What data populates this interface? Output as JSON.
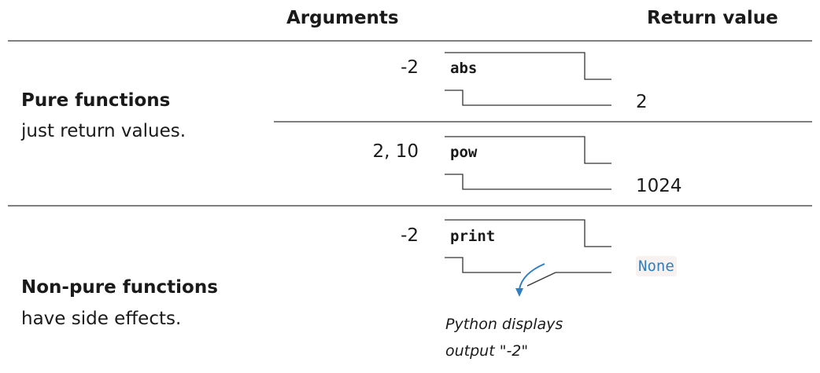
{
  "header": {
    "arguments_label": "Arguments",
    "return_label": "Return value"
  },
  "pure": {
    "title": "Pure functions",
    "desc": "just return values.",
    "rows": [
      {
        "args": "-2",
        "func": "abs",
        "ret": "2"
      },
      {
        "args": "2, 10",
        "func": "pow",
        "ret": "1024"
      }
    ]
  },
  "nonpure": {
    "title": "Non-pure functions",
    "desc": "have side effects.",
    "row": {
      "args": "-2",
      "func": "print",
      "ret": "None"
    },
    "note_line1": "Python displays",
    "note_line2": "output \"-2\""
  },
  "colors": {
    "line": "#333333",
    "accent": "#2f7fc1",
    "badge_bg": "#f7f1ef"
  },
  "icons": [
    "curved-arrow-icon"
  ]
}
